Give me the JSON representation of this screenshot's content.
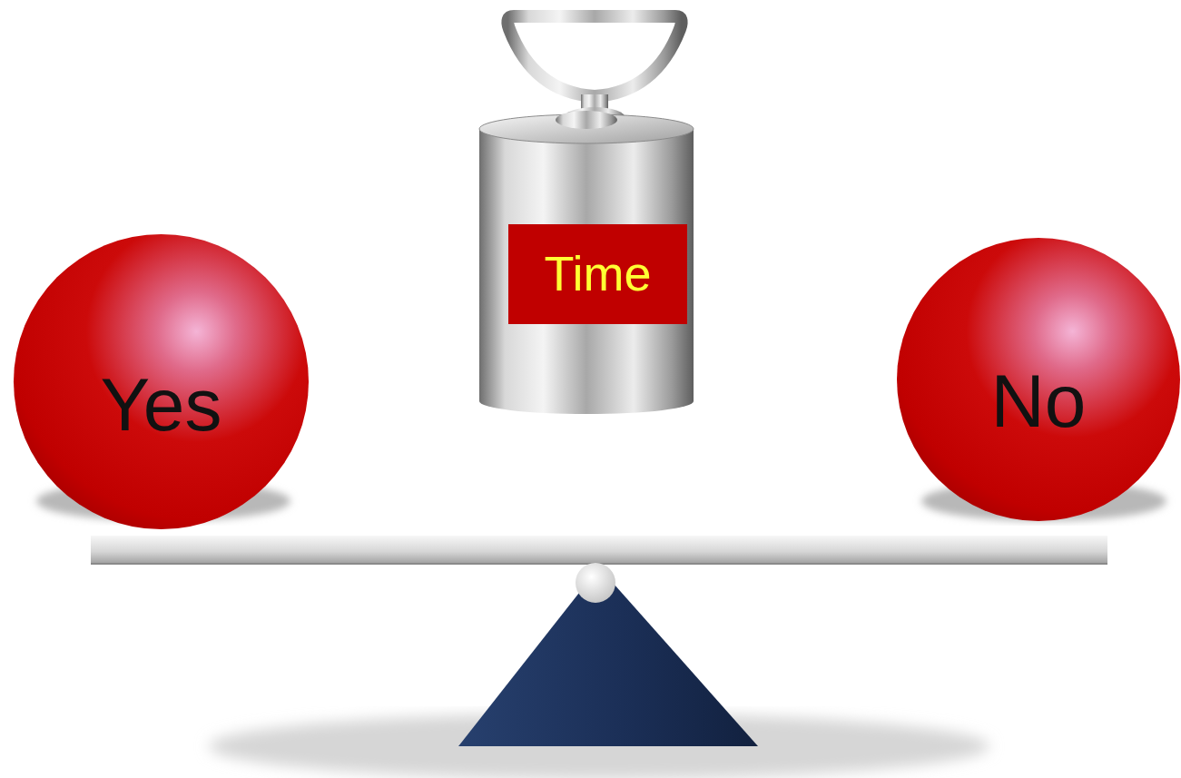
{
  "diagram": {
    "nodes": [
      {
        "text": [
          "Time"
        ]
      },
      {
        "text": [
          "Yes"
        ]
      },
      {
        "text": [
          "No"
        ]
      }
    ]
  }
}
